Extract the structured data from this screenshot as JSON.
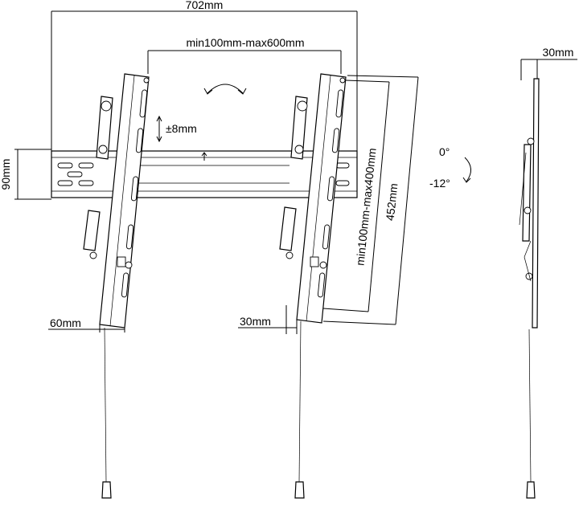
{
  "labels": {
    "overall_width": "702mm",
    "horizontal_spacing": "min100mm-max600mm",
    "vertical_adjust": "±8mm",
    "rail_height": "90mm",
    "vertical_spacing": "min100mm-max400mm",
    "arm_length": "452mm",
    "tilt_top": "0°",
    "tilt_bottom": "-12°",
    "arm_width": "60mm",
    "depth_front": "30mm",
    "depth_side": "30mm"
  }
}
